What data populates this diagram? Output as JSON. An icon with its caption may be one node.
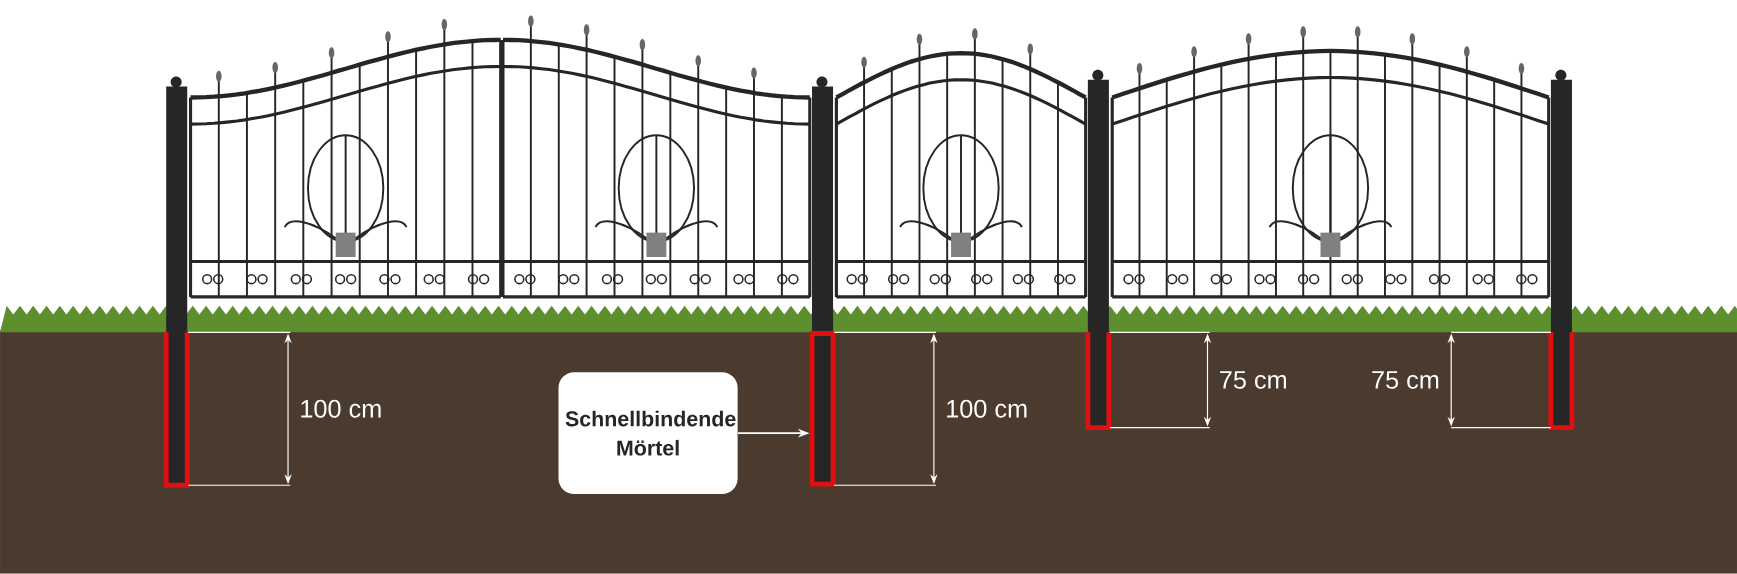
{
  "diagram": {
    "nodes": [
      {
        "text": [
          "Schnellbindende Mörtel"
        ]
      },
      {
        "text": [],
        "shape": "bar"
      }
    ],
    "edges": [
      {
        "from": 0,
        "to": 1,
        "arrow": "to"
      }
    ],
    "labels": [
      "100 cm",
      "100 cm",
      "75 cm",
      "75 cm"
    ]
  }
}
